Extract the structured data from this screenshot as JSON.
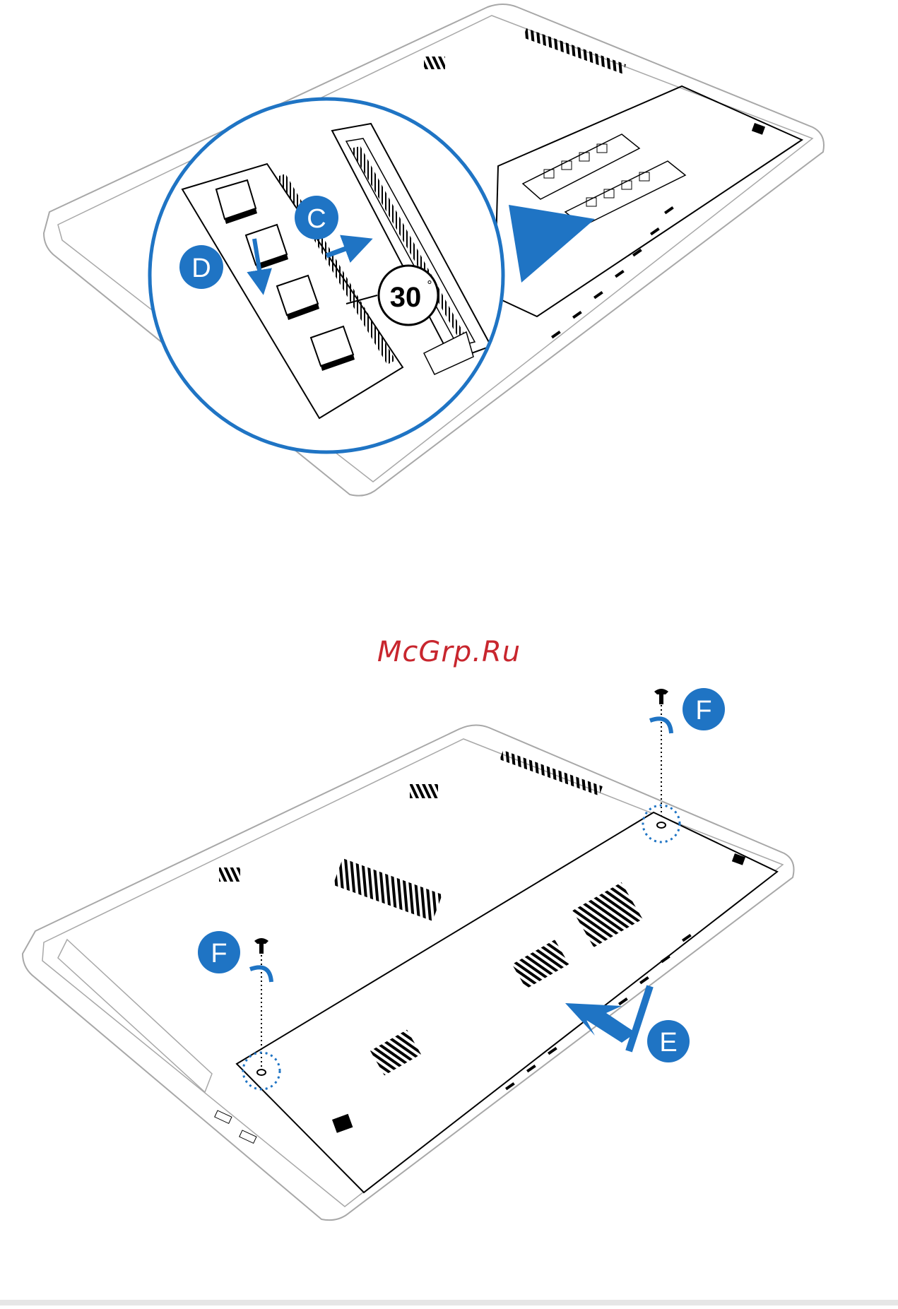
{
  "watermark": "McGrp.Ru",
  "colors": {
    "accent": "#1f74c4",
    "outline": "#000000",
    "light_outline": "#a8a8a8",
    "watermark": "#c8262e"
  },
  "figure_top": {
    "callout_c": "C",
    "callout_d": "D",
    "angle_value": "30",
    "angle_unit": "°"
  },
  "figure_bottom": {
    "callout_f_right": "F",
    "callout_f_left": "F",
    "callout_e": "E"
  }
}
